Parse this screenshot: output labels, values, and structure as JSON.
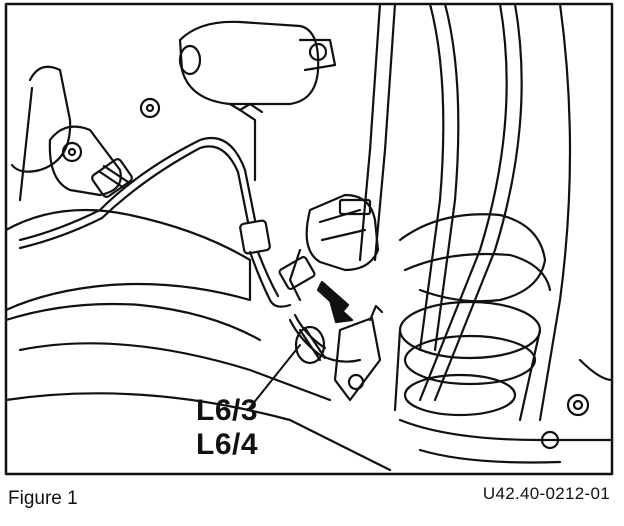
{
  "figure": {
    "caption": "Figure 1",
    "reference_code": "U42.40-0212-01"
  },
  "callouts": [
    {
      "label": "L6/3"
    },
    {
      "label": "L6/4"
    }
  ],
  "colors": {
    "ink": "#111111",
    "paper": "#ffffff"
  }
}
